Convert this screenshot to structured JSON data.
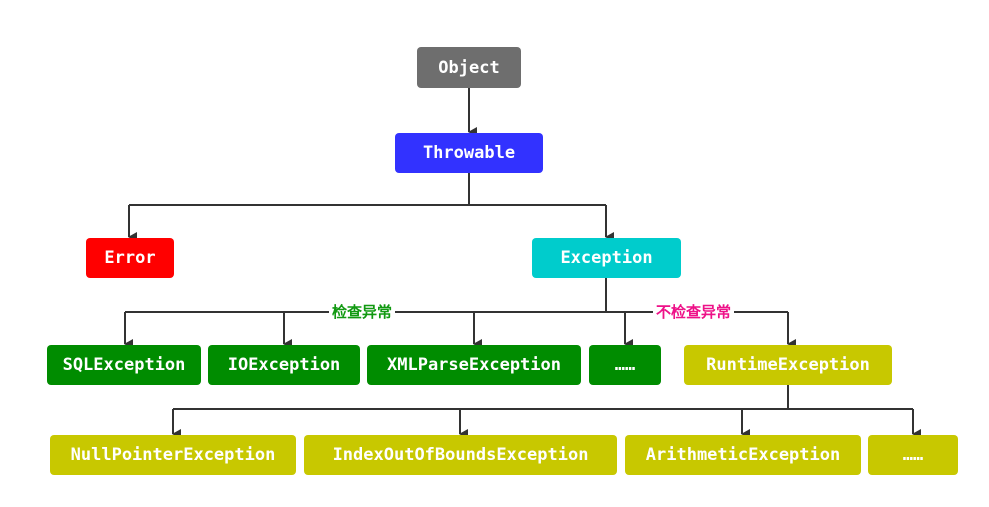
{
  "colors": {
    "object": "#6e6e6e",
    "throwable": "#3232ff",
    "error": "#ff0000",
    "exception": "#00cccc",
    "checked": "#008c00",
    "unchecked": "#c8c800",
    "checked_label": "#119911",
    "unchecked_label": "#ee1188",
    "connector": "#333333"
  },
  "nodes": {
    "object": "Object",
    "throwable": "Throwable",
    "error": "Error",
    "exception": "Exception",
    "sql": "SQLException",
    "io": "IOException",
    "xml": "XMLParseException",
    "checked_more": "……",
    "runtime": "RuntimeException",
    "npe": "NullPointerException",
    "ioob": "IndexOutOfBoundsException",
    "arith": "ArithmeticException",
    "runtime_more": "……"
  },
  "labels": {
    "checked": "检查异常",
    "unchecked": "不检查异常"
  }
}
